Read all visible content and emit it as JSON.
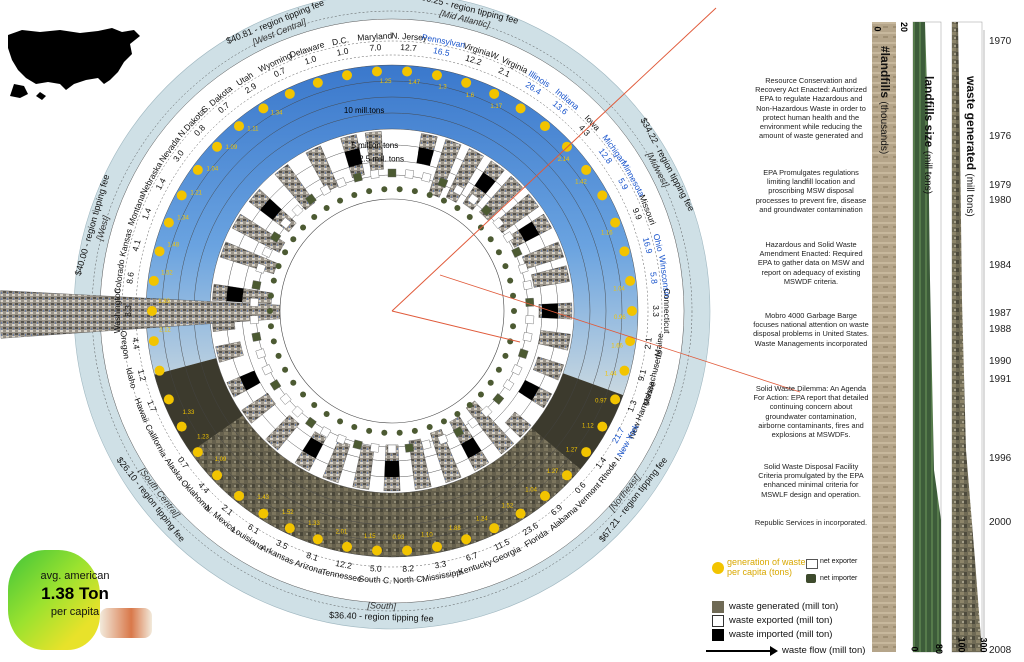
{
  "rings": {
    "ring_10": "10 mill.tons",
    "ring_5": "5 million tons",
    "ring_25": "2.5 mill. tons"
  },
  "regions": [
    {
      "fee": "$56.25 - region tipping fee",
      "name": "[Mid Atlantic]"
    },
    {
      "fee": "$34.22 - region tipping fee",
      "name": "[Midwest]"
    },
    {
      "fee": "$67.21 - region tipping fee",
      "name": "[Northeast]"
    },
    {
      "fee": "$36.40 - region tipping fee",
      "name": "[South]"
    },
    {
      "fee": "$26.10 - region tipping fee",
      "name": "[South Central]"
    },
    {
      "fee": "$40.00 - region tipping fee",
      "name": "[West]"
    },
    {
      "fee": "$40.81 - region tipping fee",
      "name": "[West Central]"
    }
  ],
  "states": [
    {
      "name": "Delaware",
      "value": "1.0",
      "percap": "",
      "blue": false
    },
    {
      "name": "D.C.",
      "value": "1.0",
      "percap": "",
      "blue": false
    },
    {
      "name": "Maryland",
      "value": "7.0",
      "percap": "1.25",
      "blue": false
    },
    {
      "name": "N. Jersey",
      "value": "12.7",
      "percap": "1.47",
      "blue": false
    },
    {
      "name": "Pennsylvan",
      "value": "16.5",
      "percap": "1.3",
      "blue": true
    },
    {
      "name": "Virginia",
      "value": "12.2",
      "percap": "1.6",
      "blue": false
    },
    {
      "name": "W. Virginia",
      "value": "2.1",
      "percap": "1.17",
      "blue": false
    },
    {
      "name": "Illinois",
      "value": "26.4",
      "percap": "",
      "blue": true
    },
    {
      "name": "Indiana",
      "value": "13.6",
      "percap": "",
      "blue": true
    },
    {
      "name": "Iowa",
      "value": "4.3",
      "percap": "2.14",
      "blue": false
    },
    {
      "name": "Michigan",
      "value": "12.8",
      "percap": "1.42",
      "blue": true
    },
    {
      "name": "Minnesota",
      "value": "5.9",
      "percap": "",
      "blue": true
    },
    {
      "name": "Missouri",
      "value": "9.9",
      "percap": "1.16",
      "blue": false
    },
    {
      "name": "Ohio",
      "value": "16.9",
      "percap": "",
      "blue": true
    },
    {
      "name": "Winsconsin",
      "value": "5.8",
      "percap": "1.04",
      "blue": true
    },
    {
      "name": "Connecticut",
      "value": "3.3",
      "percap": "0.96",
      "blue": false
    },
    {
      "name": "Maine",
      "value": "2.1",
      "percap": "1.66",
      "blue": false
    },
    {
      "name": "Massachusetts",
      "value": "9.1",
      "percap": "1.44",
      "blue": false
    },
    {
      "name": "New Hampshire",
      "value": "1.3",
      "percap": "0.97",
      "blue": false
    },
    {
      "name": "New York",
      "value": "21.7",
      "percap": "1.12",
      "blue": true
    },
    {
      "name": "Rhode I.",
      "value": "1.4",
      "percap": "1.27",
      "blue": false
    },
    {
      "name": "Vermont",
      "value": "0.6",
      "percap": "1.27",
      "blue": false
    },
    {
      "name": "Alabama",
      "value": "6.9",
      "percap": "1.04",
      "blue": false
    },
    {
      "name": "Florida",
      "value": "23.6",
      "percap": "1.52",
      "blue": false
    },
    {
      "name": "Georgia",
      "value": "11.5",
      "percap": "1.24",
      "blue": false
    },
    {
      "name": "Kentucky",
      "value": "6.7",
      "percap": "1.88",
      "blue": false
    },
    {
      "name": "Mississippi",
      "value": "3.3",
      "percap": "1.10",
      "blue": false
    },
    {
      "name": "North C.",
      "value": "8.2",
      "percap": "0.93",
      "blue": false
    },
    {
      "name": "South C.",
      "value": "5.0",
      "percap": "1.15",
      "blue": false
    },
    {
      "name": "Tennessee",
      "value": "12.2",
      "percap": "2.01",
      "blue": false
    },
    {
      "name": "Arizona",
      "value": "8.1",
      "percap": "1.33",
      "blue": false
    },
    {
      "name": "Arkansas",
      "value": "3.5",
      "percap": "1.52",
      "blue": false
    },
    {
      "name": "Louisiana",
      "value": "6.1",
      "percap": "1.43",
      "blue": false
    },
    {
      "name": "N. Mexico",
      "value": "2.1",
      "percap": "",
      "blue": false
    },
    {
      "name": "Oklahoma",
      "value": "4.4",
      "percap": "1.09",
      "blue": false
    },
    {
      "name": "Alaska",
      "value": "0.7",
      "percap": "1.23",
      "blue": false
    },
    {
      "name": "California",
      "value": "",
      "percap": "1.33",
      "blue": false
    },
    {
      "name": "Hawaii",
      "value": "1.7",
      "percap": "",
      "blue": false
    },
    {
      "name": "Idaho",
      "value": "1.2",
      "percap": "",
      "blue": false
    },
    {
      "name": "Oregon",
      "value": "4.4",
      "percap": "2.12",
      "blue": false
    },
    {
      "name": "Washington",
      "value": "8.3",
      "percap": "1.83",
      "blue": false
    },
    {
      "name": "Colorado",
      "value": "8.6",
      "percap": "1.52",
      "blue": false
    },
    {
      "name": "Kansas",
      "value": "4.1",
      "percap": "1.48",
      "blue": false
    },
    {
      "name": "Montana",
      "value": "1.4",
      "percap": "1.34",
      "blue": false
    },
    {
      "name": "Nebraska",
      "value": "1.4",
      "percap": "1.21",
      "blue": false
    },
    {
      "name": "Nevada",
      "value": "3.0",
      "percap": "1.04",
      "blue": false
    },
    {
      "name": "N.Dakota",
      "value": "0.8",
      "percap": "1.09",
      "blue": false
    },
    {
      "name": "S. Dakota",
      "value": "0.7",
      "percap": "1.11",
      "blue": false
    },
    {
      "name": "Utah",
      "value": "2.9",
      "percap": "1.34",
      "blue": false
    },
    {
      "name": "Wyoming",
      "value": "0.7",
      "percap": "",
      "blue": false
    }
  ],
  "badge": {
    "line1": "avg. american",
    "line2": "1.38 Ton",
    "line3": "per capita"
  },
  "legend": {
    "percap": "generation of waste per capita (tons)",
    "exporter": "net exporter",
    "importer": "net importer",
    "generated": "waste generated (mill ton)",
    "exported": "waste exported (mill ton)",
    "imported": "waste imported (mill ton)",
    "flow": "waste flow (mill ton)"
  },
  "timeline": {
    "years": [
      "1970",
      "1976",
      "1979",
      "1980",
      "1984",
      "1987",
      "1988",
      "1990",
      "1991",
      "1996",
      "2000",
      "2008"
    ],
    "events": [
      "Resource Conservation and Recovery Act Enacted: Authorized EPA to regulate Hazardous and Non-Hazardous Waste in order to protect human health and the environment while reducing the amount of waste generated and",
      "EPA Promulgates regulations limiting landfill location and proscribing MSW disposal processes to prevent fire, disease and groundwater contamination",
      "Hazardous and Solid Waste Amendment Enacted: Required EPA to gather data on MSW and report on adequacy of existing MSWDF criteria.",
      "Mobro 4000 Garbage Barge focuses national attention on waste disposal problems in United States. Waste Managements incorporated",
      "Solid Waste Dilemma: An Agenda For Action: EPA report that detailed continuing concern about groundwater contamination, airborne contaminants, fires and explosions at MSWDFs.",
      "Solid Waste Disposal Facility Criteria promulgated by the EPA enhanced minimal criteria for MSWLF design and operation.",
      "Republic Services in incorporated."
    ]
  },
  "bars": {
    "landfills_title": "#landfills",
    "landfills_unit": "(thousands)",
    "landfills_top": "20",
    "landfills_zero": "0",
    "size_title": "landfills size",
    "size_unit": "(mill tons)",
    "size_max": "80",
    "size_zero": "0",
    "gen_title": "waste generated",
    "gen_unit": "(mill tons)",
    "gen_max": "300",
    "gen_low": "100"
  },
  "colors": {
    "blue": "#4a86d4",
    "yellow": "#f2c400",
    "accent_blue": "#1a55cc",
    "flow": "#e05a3a"
  }
}
